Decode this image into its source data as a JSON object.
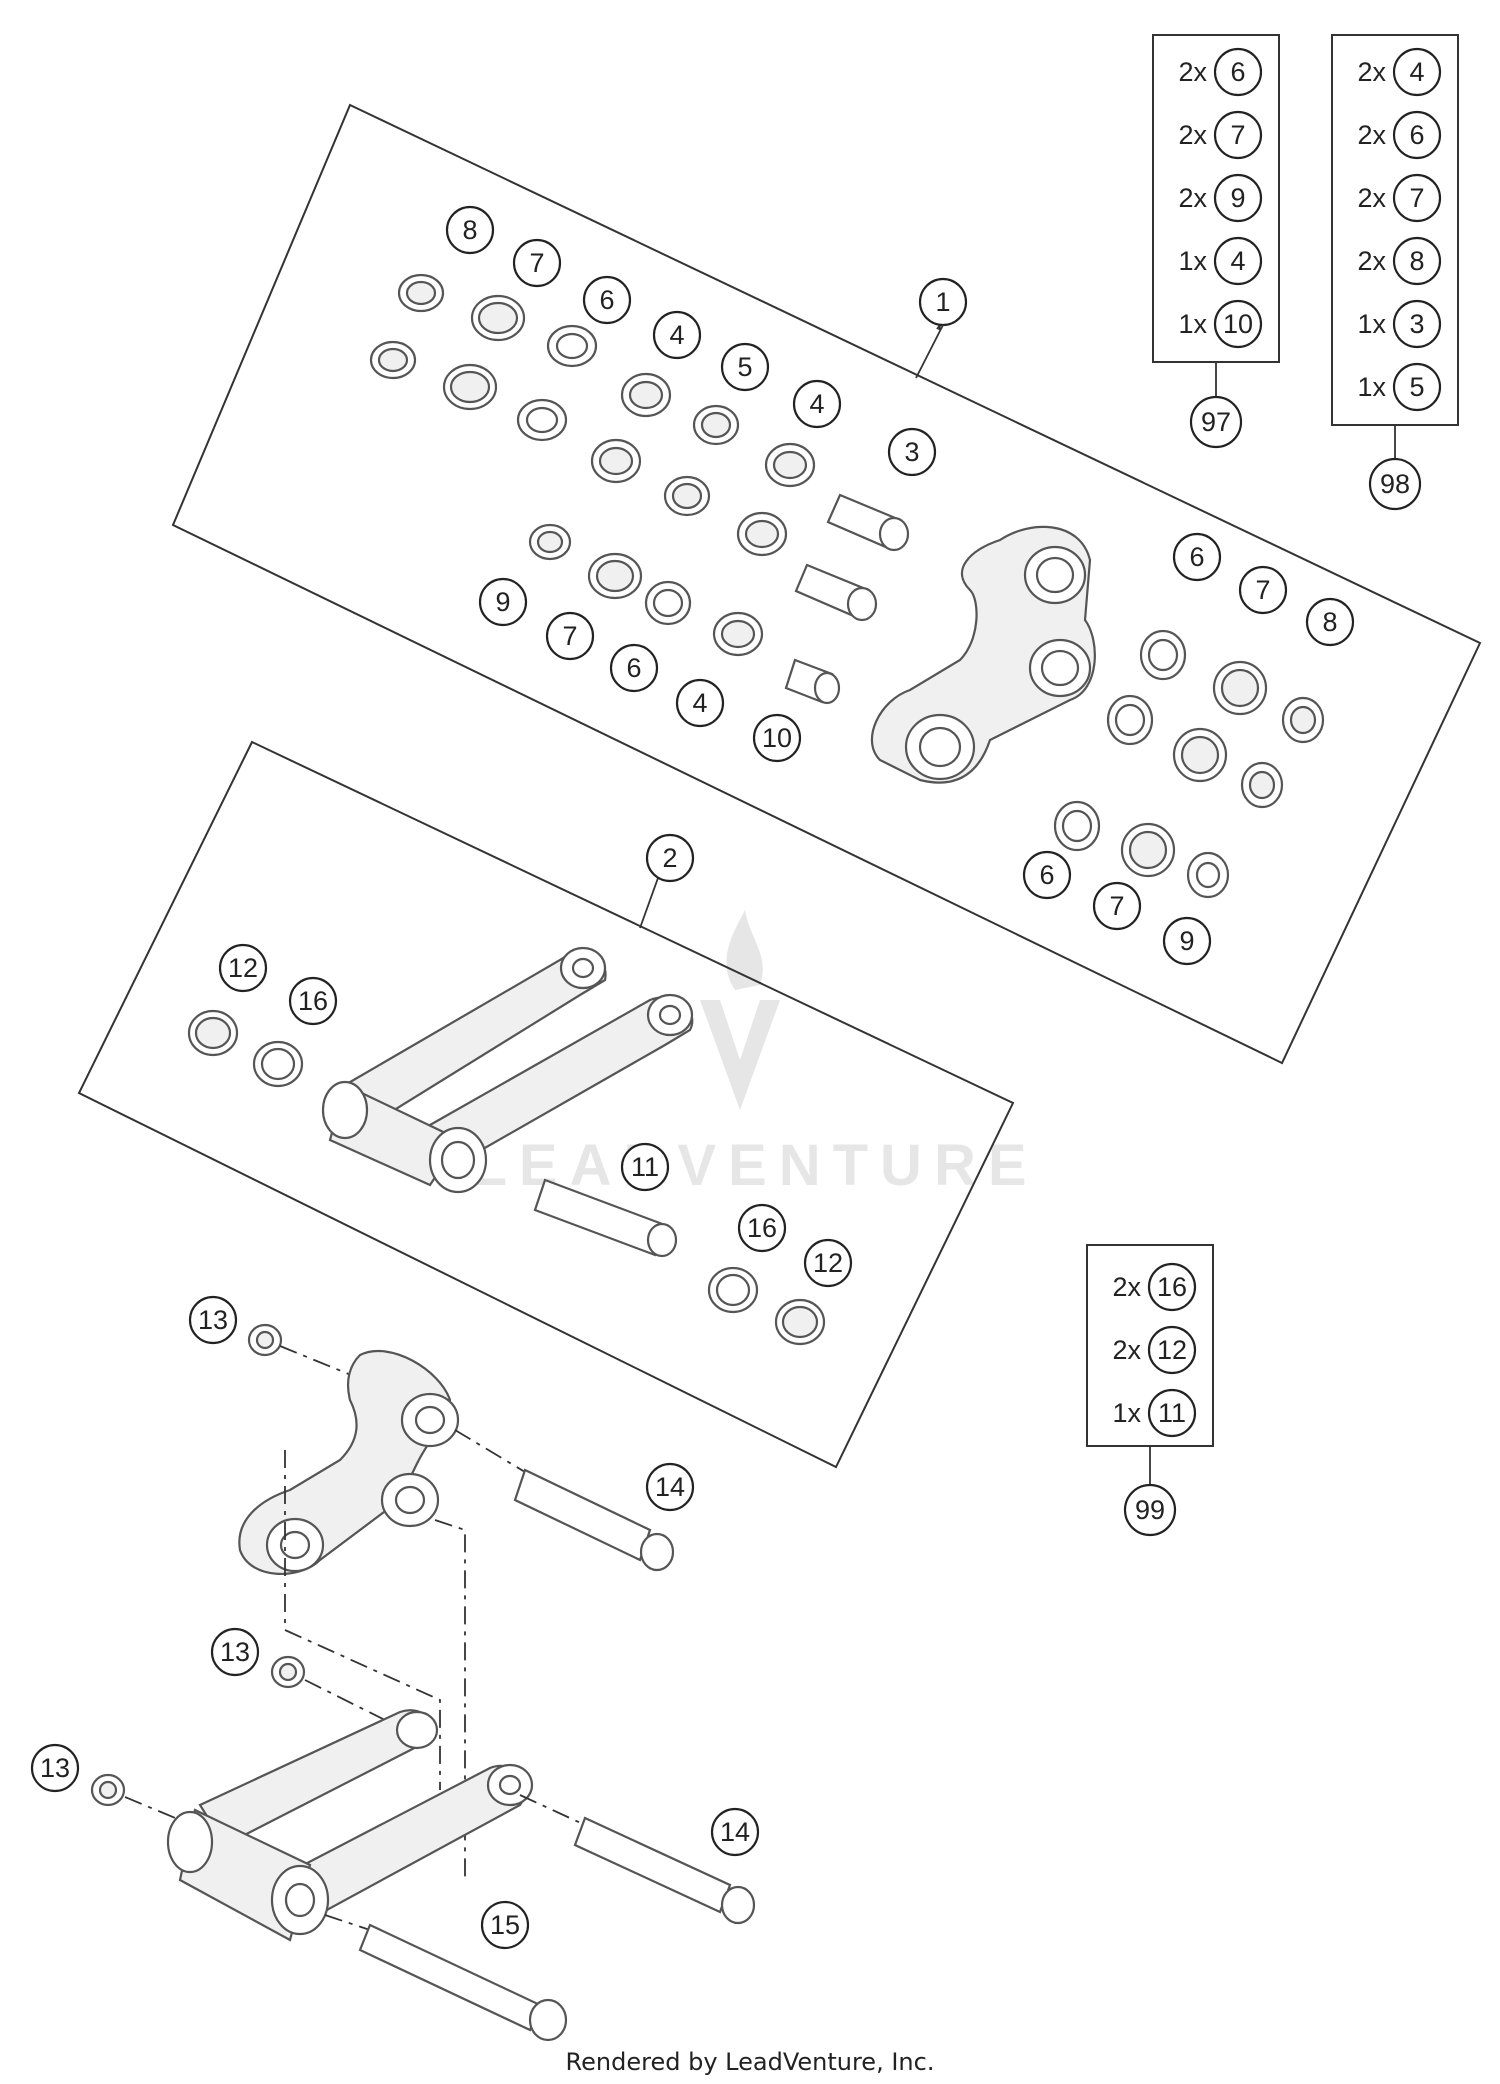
{
  "watermark": {
    "text": "LEADVENTURE"
  },
  "footer": {
    "text": "Rendered by LeadVenture, Inc."
  },
  "callouts": {
    "c1": "1",
    "c2": "2",
    "c3": "3",
    "c5": "5",
    "c10": "10",
    "c11": "11",
    "c15": "15",
    "c4a": "4",
    "c4b": "4",
    "c4c": "4",
    "c6a": "6",
    "c6b": "6",
    "c6c": "6",
    "c6d": "6",
    "c7a": "7",
    "c7b": "7",
    "c7c": "7",
    "c7d": "7",
    "c8a": "8",
    "c8b": "8",
    "c9a": "9",
    "c9b": "9",
    "c12a": "12",
    "c12b": "12",
    "c16a": "16",
    "c16b": "16",
    "c13a": "13",
    "c13b": "13",
    "c13c": "13",
    "c14a": "14",
    "c14b": "14"
  },
  "kits": [
    {
      "number": "97",
      "items": [
        {
          "qty": "2x",
          "part": "6"
        },
        {
          "qty": "2x",
          "part": "7"
        },
        {
          "qty": "2x",
          "part": "9"
        },
        {
          "qty": "1x",
          "part": "4"
        },
        {
          "qty": "1x",
          "part": "10"
        }
      ]
    },
    {
      "number": "98",
      "items": [
        {
          "qty": "2x",
          "part": "4"
        },
        {
          "qty": "2x",
          "part": "6"
        },
        {
          "qty": "2x",
          "part": "7"
        },
        {
          "qty": "2x",
          "part": "8"
        },
        {
          "qty": "1x",
          "part": "3"
        },
        {
          "qty": "1x",
          "part": "5"
        }
      ]
    },
    {
      "number": "99",
      "items": [
        {
          "qty": "2x",
          "part": "16"
        },
        {
          "qty": "2x",
          "part": "12"
        },
        {
          "qty": "1x",
          "part": "11"
        }
      ]
    }
  ]
}
